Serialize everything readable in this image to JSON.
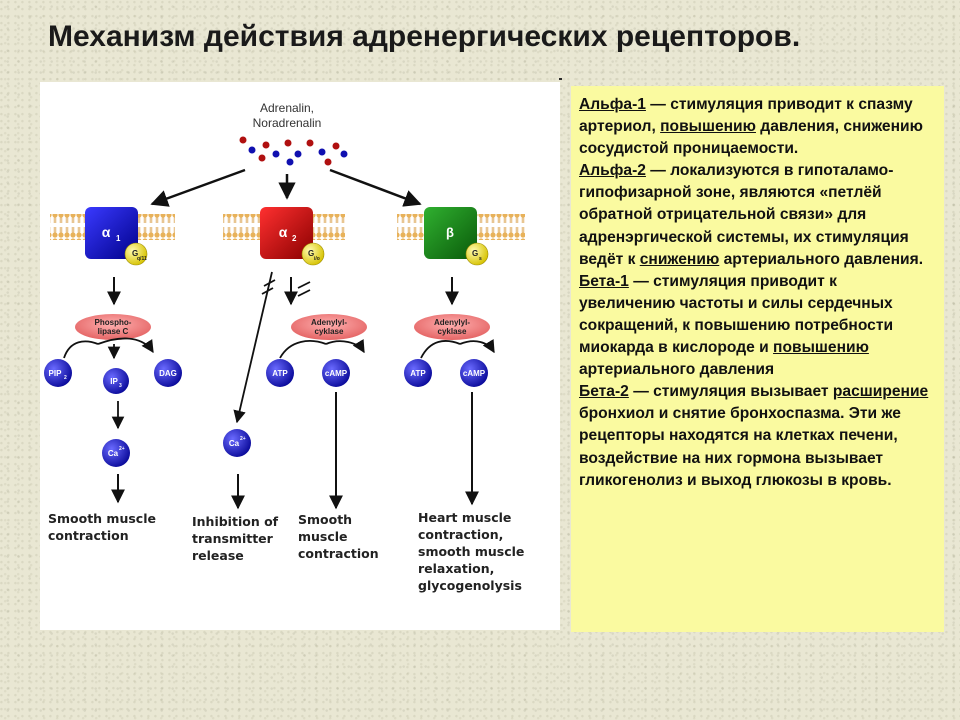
{
  "title": "Механизм действия адренергических рецепторов.",
  "diagram": {
    "ligands": [
      "Adrenalin,",
      "Noradrenalin"
    ],
    "receptors": [
      {
        "symbol": "α",
        "sub": "1",
        "g": "G",
        "gsub": "q/11",
        "color": "#1818cc"
      },
      {
        "symbol": "α",
        "sub": "2",
        "g": "G",
        "gsub": "i/o",
        "color": "#d01818"
      },
      {
        "symbol": "β",
        "sub": "",
        "g": "G",
        "gsub": "s",
        "color": "#188a18"
      }
    ],
    "enzymes": [
      {
        "line1": "Phospho-",
        "line2": "lipase C"
      },
      {
        "line1": "Adenylyl-",
        "line2": "cyklase"
      },
      {
        "line1": "Adenylyl-",
        "line2": "cyklase"
      }
    ],
    "molecules": {
      "pip2": "PIP",
      "pip2_sub": "2",
      "ip3": "IP",
      "ip3_sub": "3",
      "dag": "DAG",
      "ca1": "Ca",
      "ca1_sup": "2+",
      "ca2": "Ca",
      "ca2_sup": "2+",
      "atp1": "ATP",
      "camp1": "cAMP",
      "atp2": "ATP",
      "camp2": "cAMP"
    },
    "outcomes": {
      "o1": [
        "Smooth muscle",
        "contraction"
      ],
      "o2": [
        "Inhibition of",
        "transmitter",
        "release"
      ],
      "o3": [
        "Smooth",
        "muscle",
        "contraction"
      ],
      "o4": [
        "Heart muscle",
        "contraction,",
        "smooth muscle",
        "relaxation,",
        "glycogenolysis"
      ]
    }
  },
  "description": {
    "alpha1_name": "Альфа-1",
    "alpha1_a": " — стимуляция приводит к спазму артериол, ",
    "alpha1_u": "повышению",
    "alpha1_b": " давления, снижению сосудистой проницаемости.",
    "alpha2_name": "Альфа-2",
    "alpha2_a": " — локализуются в гипоталамо-гипофизарной зоне, являются «петлёй обратной отрицательной связи» для адренэргической системы, их стимуляция ведёт к ",
    "alpha2_u": "снижению",
    "alpha2_b": " артериального давления.",
    "beta1_name": "Бета-1",
    "beta1_a": " — стимуляция приводит к увеличению частоты и силы сердечных сокращений, к повышению потребности миокарда в кислороде и ",
    "beta1_u": "повышению",
    "beta1_b": " артериального давления",
    "beta2_name": "Бета-2",
    "beta2_a": " — стимуляция вызывает ",
    "beta2_u": "расширение",
    "beta2_b": " бронхиол и снятие бронхоспазма. Эти же рецепторы находятся на клетках печени, воздействие на них гормона вызывает гликогенолиз и выход глюкозы в кровь."
  }
}
